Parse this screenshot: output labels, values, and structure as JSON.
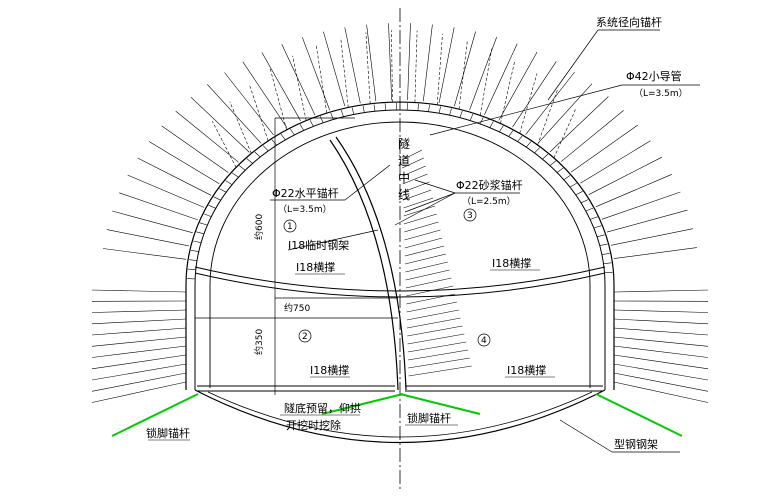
{
  "labels": {
    "system_anchor": "系统径向锚杆",
    "small_pipe": "Φ42小导管",
    "small_pipe_len": "（L=3.5m）",
    "tunnel_center": [
      "隧",
      "道",
      "中",
      "线"
    ],
    "horiz_anchor": "Φ22水平锚杆",
    "horiz_anchor_len": "（L=3.5m）",
    "mortar_anchor": "Φ22砂浆锚杆",
    "mortar_anchor_len": "（L=2.5m）",
    "temp_frame": "I18临时钢架",
    "brace_left_top": "I18横撑",
    "brace_right_top": "I18横撑",
    "brace_left_bottom": "I18横撑",
    "brace_right_bottom": "I18横撑",
    "approx_750": "约750",
    "approx_600": "约600",
    "approx_350": "约350",
    "region_1": "1",
    "region_2": "2",
    "region_3": "3",
    "region_4": "4",
    "bottom_note_1": "隧底预留，仰拱",
    "bottom_note_2": "开挖时挖除",
    "lock_anchor_left": "锁脚锚杆",
    "lock_anchor_center": "锁脚锚杆",
    "steel_frame": "型钢钢架"
  },
  "colors": {
    "line": "#000000",
    "lock_anchor": "#00cc00"
  }
}
